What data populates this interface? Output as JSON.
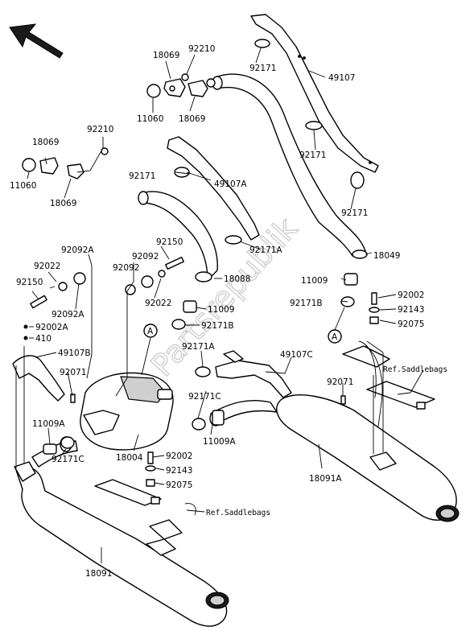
{
  "watermark": "Partsrepublik",
  "callout_letter": "A",
  "ref_saddlebags": "Ref.Saddlebags",
  "labels": {
    "p18069a": "18069",
    "p92210a": "92210",
    "p92171a": "92171",
    "p49107": "49107",
    "p11060a": "11060",
    "p18069b": "18069",
    "p92210b": "92210",
    "p18069c": "18069",
    "p11060b": "11060",
    "p18069d": "18069",
    "p92171b": "92171",
    "p49107A": "49107A",
    "p92171c": "92171",
    "p92171A": "92171A",
    "p18049": "18049",
    "p92092A": "92092A",
    "p92150a": "92150",
    "p92022a": "92022",
    "p92092a": "92092",
    "p92092b": "92092",
    "p92150b": "92150",
    "p92092Ab": "92092A",
    "p92022b": "92022",
    "p18088": "18088",
    "p11009a": "11009",
    "p11009b": "11009",
    "p92171B": "92171B",
    "p92002a": "92002",
    "p92143a": "92143",
    "p92075a": "92075",
    "p92002A": "92002A",
    "p410": "410",
    "p49107B": "49107B",
    "p92171Ab": "92171A",
    "p49107C": "49107C",
    "p92071a": "92071",
    "p92071b": "92071",
    "p11009A": "11009A",
    "p92171C": "92171C",
    "p92171Cb": "92171C",
    "p11009Ab": "11009A",
    "p92002b": "92002",
    "p92143b": "92143",
    "p92075b": "92075",
    "p18004": "18004",
    "p18091A": "18091A",
    "p18091": "18091"
  }
}
